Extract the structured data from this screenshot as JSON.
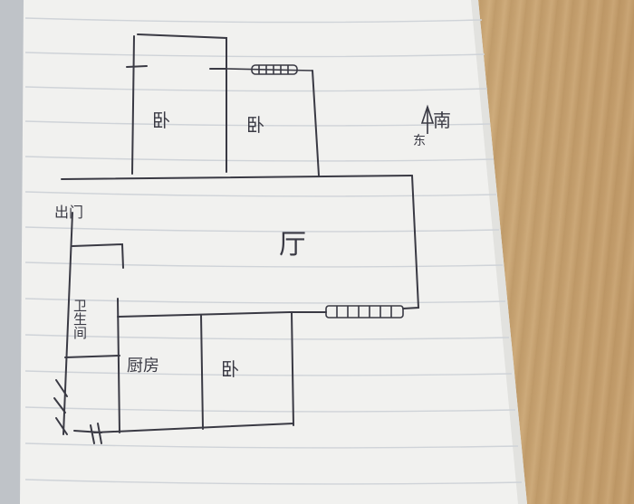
{
  "rooms": {
    "bedroom_1": "卧",
    "bedroom_2": "卧",
    "bedroom_3": "卧",
    "living_room": "厅",
    "kitchen": "厨房",
    "bathroom": "卫生间",
    "entrance": "出门"
  },
  "compass": {
    "north_south": "南",
    "east": "东"
  },
  "colors": {
    "ink": "#3a3a44",
    "paper": "#f2f2f0",
    "rule": "#cfd2d6"
  }
}
